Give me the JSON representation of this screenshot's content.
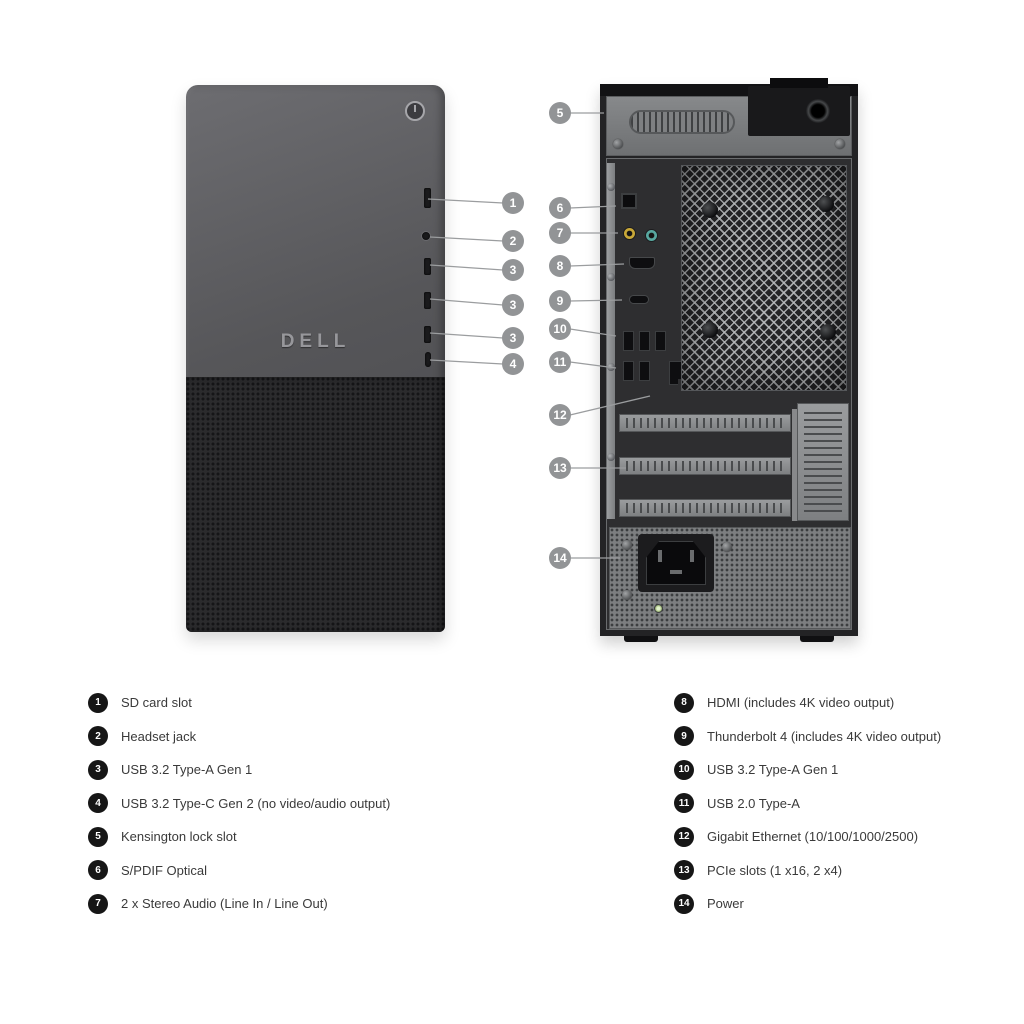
{
  "brand": {
    "logo_text": "DELL"
  },
  "colors": {
    "callout_badge": "#929496",
    "legend_badge": "#161616",
    "front_tower_body": "#56565a",
    "front_mesh": "#2b2b2d",
    "back_panel": "#2e2e30",
    "audio_line_in": "#c9a838",
    "audio_line_out": "#58a8a0",
    "psu_led": "#84a05a"
  },
  "callouts": {
    "front": [
      {
        "num": "1"
      },
      {
        "num": "2"
      },
      {
        "num": "3"
      },
      {
        "num": "3"
      },
      {
        "num": "3"
      },
      {
        "num": "4"
      }
    ],
    "back": [
      {
        "num": "5"
      },
      {
        "num": "6"
      },
      {
        "num": "7"
      },
      {
        "num": "8"
      },
      {
        "num": "9"
      },
      {
        "num": "10"
      },
      {
        "num": "11"
      },
      {
        "num": "12"
      },
      {
        "num": "13"
      },
      {
        "num": "14"
      }
    ]
  },
  "legend": {
    "left": [
      {
        "num": "1",
        "label": "SD card slot"
      },
      {
        "num": "2",
        "label": "Headset jack"
      },
      {
        "num": "3",
        "label": "USB 3.2 Type-A Gen 1"
      },
      {
        "num": "4",
        "label": "USB 3.2 Type-C Gen 2 (no video/audio output)"
      },
      {
        "num": "5",
        "label": "Kensington lock slot"
      },
      {
        "num": "6",
        "label": "S/PDIF Optical"
      },
      {
        "num": "7",
        "label": "2 x Stereo Audio (Line In / Line Out)"
      }
    ],
    "right": [
      {
        "num": "8",
        "label": "HDMI (includes 4K video output)"
      },
      {
        "num": "9",
        "label": "Thunderbolt 4 (includes 4K video output)"
      },
      {
        "num": "10",
        "label": "USB 3.2 Type-A Gen 1"
      },
      {
        "num": "11",
        "label": "USB 2.0 Type-A"
      },
      {
        "num": "12",
        "label": "Gigabit Ethernet (10/100/1000/2500)"
      },
      {
        "num": "13",
        "label": "PCIe slots (1 x16, 2 x4)"
      },
      {
        "num": "14",
        "label": "Power"
      }
    ]
  }
}
